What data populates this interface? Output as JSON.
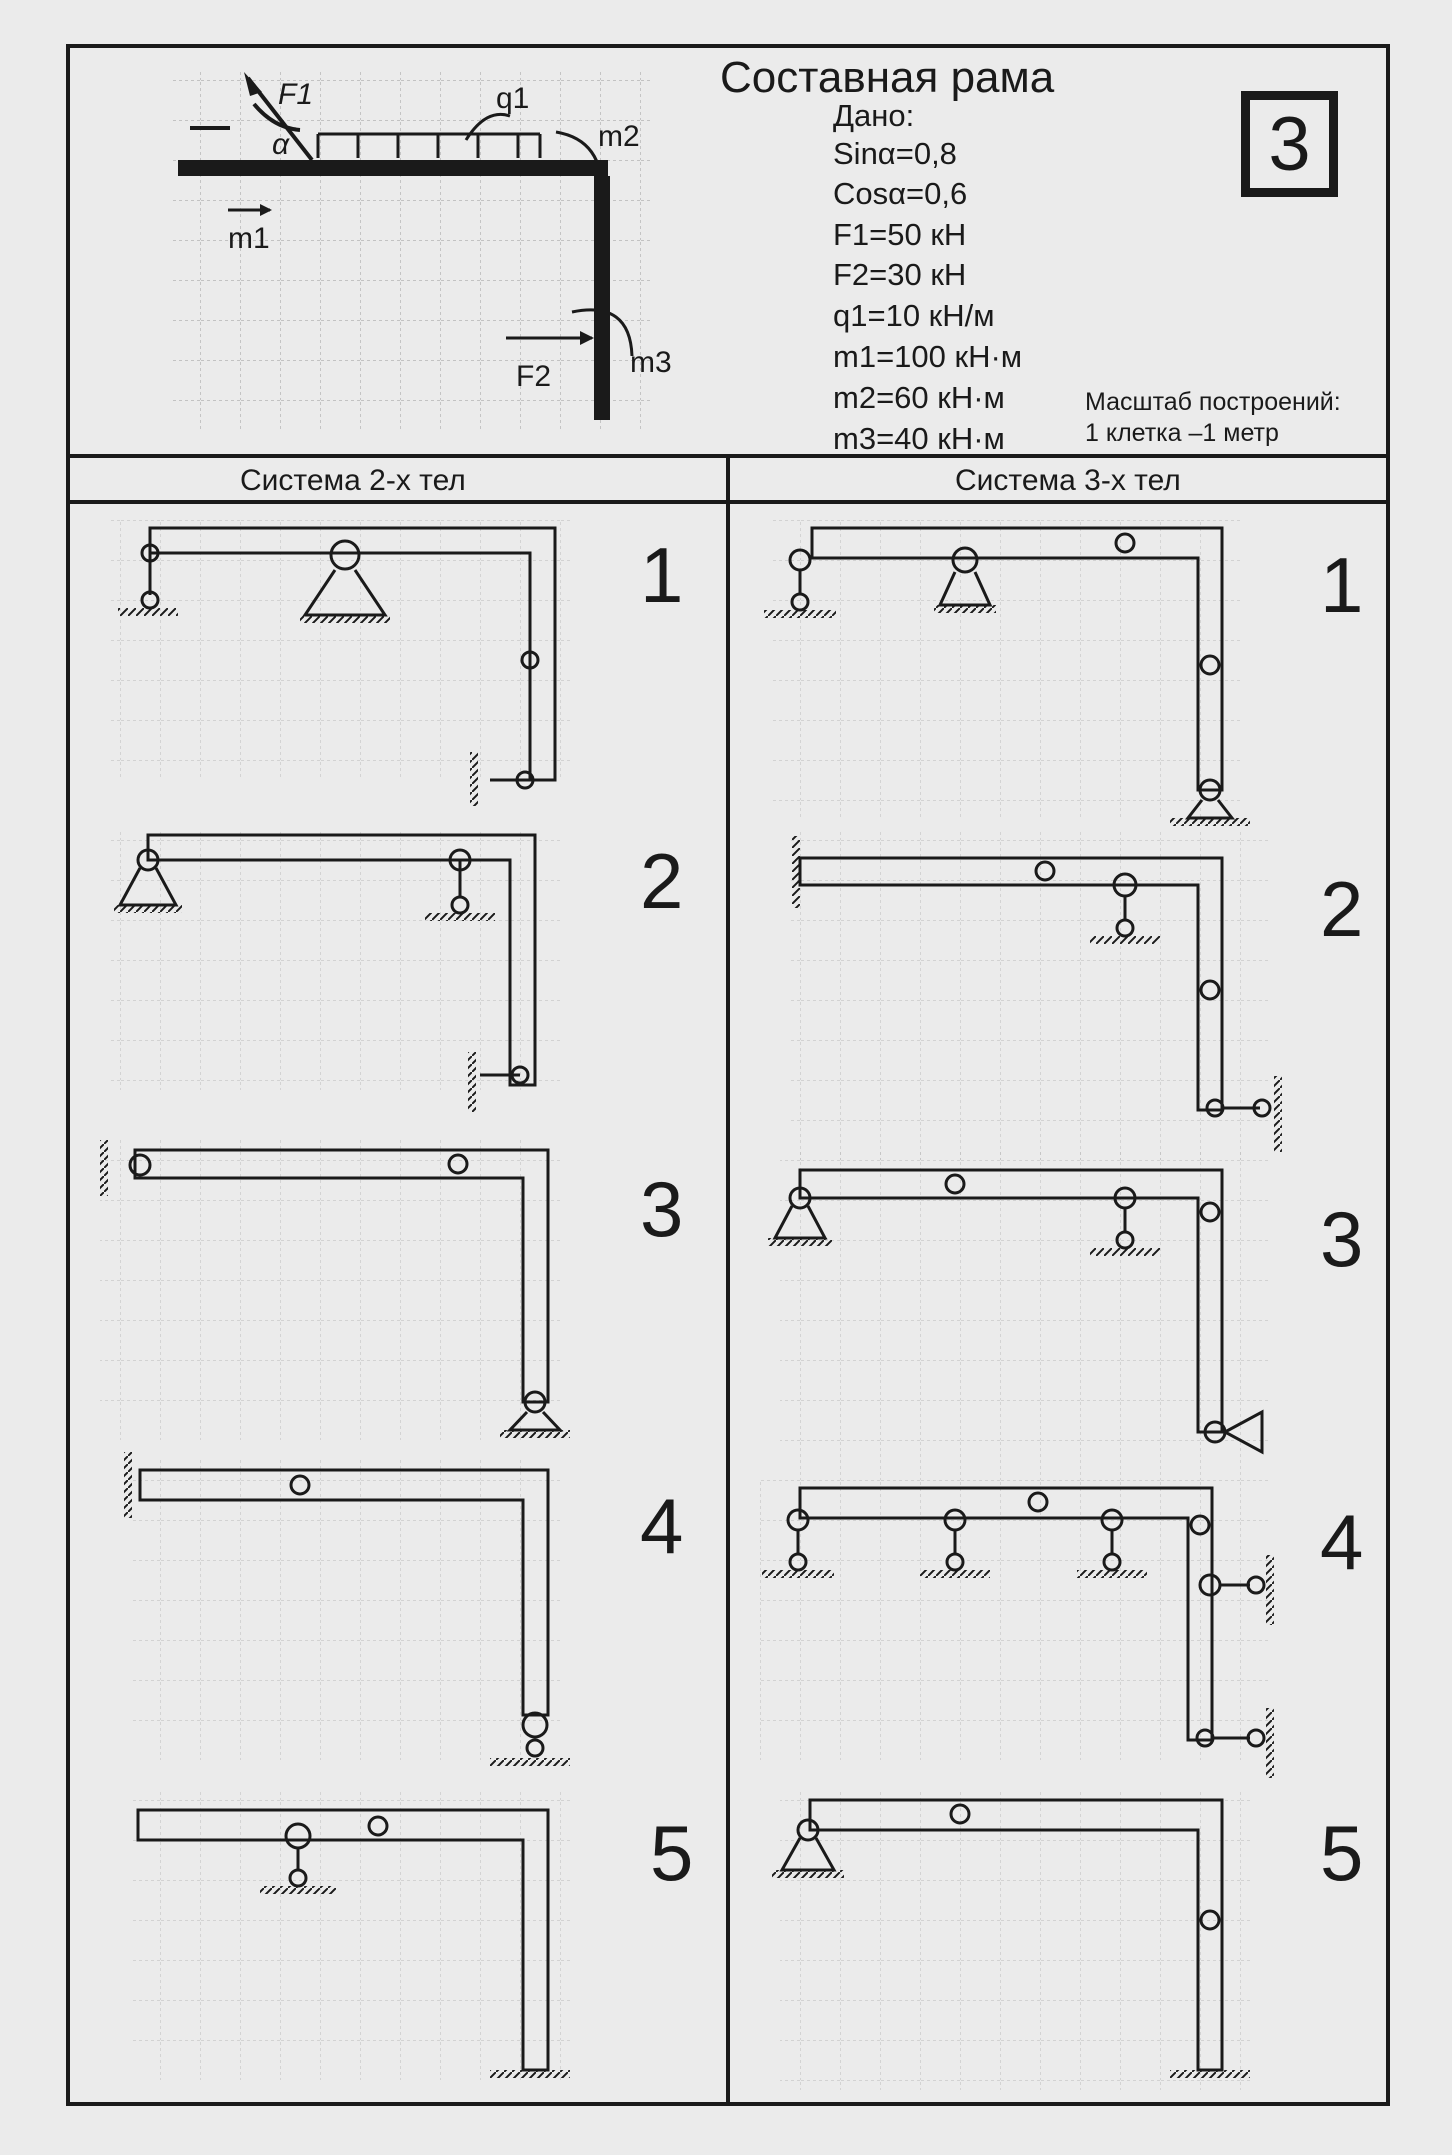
{
  "title": "Составная рама",
  "task_number": "3",
  "given": {
    "label": "Дано:",
    "items": [
      "Sinα=0,8",
      "Cosα=0,6",
      "F1=50 кН",
      "F2=30 кН",
      "q1=10 кН/м",
      "m1=100 кН·м",
      "m2=60 кН·м",
      "m3=40 кН·м"
    ]
  },
  "scale_note": {
    "line1": "Масштаб построений:",
    "line2": "1 клетка –1 метр"
  },
  "loading_labels": {
    "F1": "F1",
    "F2": "F2",
    "q1": "q1",
    "m1": "m1",
    "m2": "m2",
    "m3": "m3",
    "alpha": "α"
  },
  "systems": {
    "two_body": {
      "header": "Система 2-х тел",
      "variants": [
        "1",
        "2",
        "3",
        "4",
        "5"
      ]
    },
    "three_body": {
      "header": "Система 3-х тел",
      "variants": [
        "1",
        "2",
        "3",
        "4",
        "5"
      ]
    }
  },
  "colors": {
    "ink": "#1a1a1a",
    "paper": "#ebebeb",
    "grid": "#9a9a9a"
  }
}
